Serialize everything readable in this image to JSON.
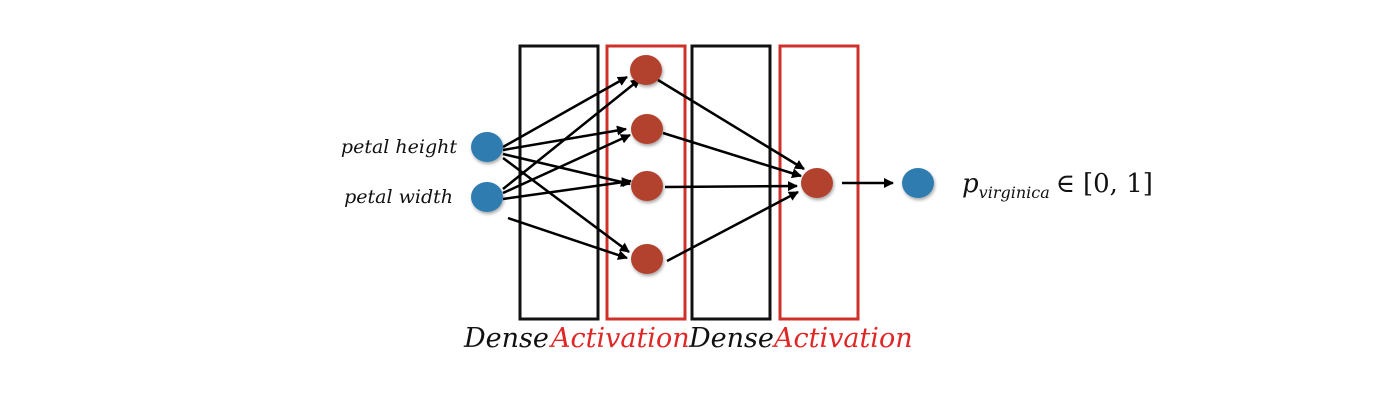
{
  "inputs": {
    "labels": [
      "petal height",
      "petal width"
    ]
  },
  "layers": [
    {
      "label": "Dense",
      "kind": "dense"
    },
    {
      "label": "Activation",
      "kind": "activation"
    },
    {
      "label": "Dense",
      "kind": "dense"
    },
    {
      "label": "Activation",
      "kind": "activation"
    }
  ],
  "output": {
    "symbol": "p",
    "subscript": "virginica",
    "relation": "∈",
    "range": "[0, 1]"
  },
  "colors": {
    "dense_border": "#111111",
    "activation_border": "#d0302a",
    "activation_text": "#e02727",
    "dense_text": "#111111",
    "input_node": "#2f7bb0",
    "hidden_node": "#b2432f",
    "output_node": "#2f7bb0",
    "arrow": "#000000"
  }
}
